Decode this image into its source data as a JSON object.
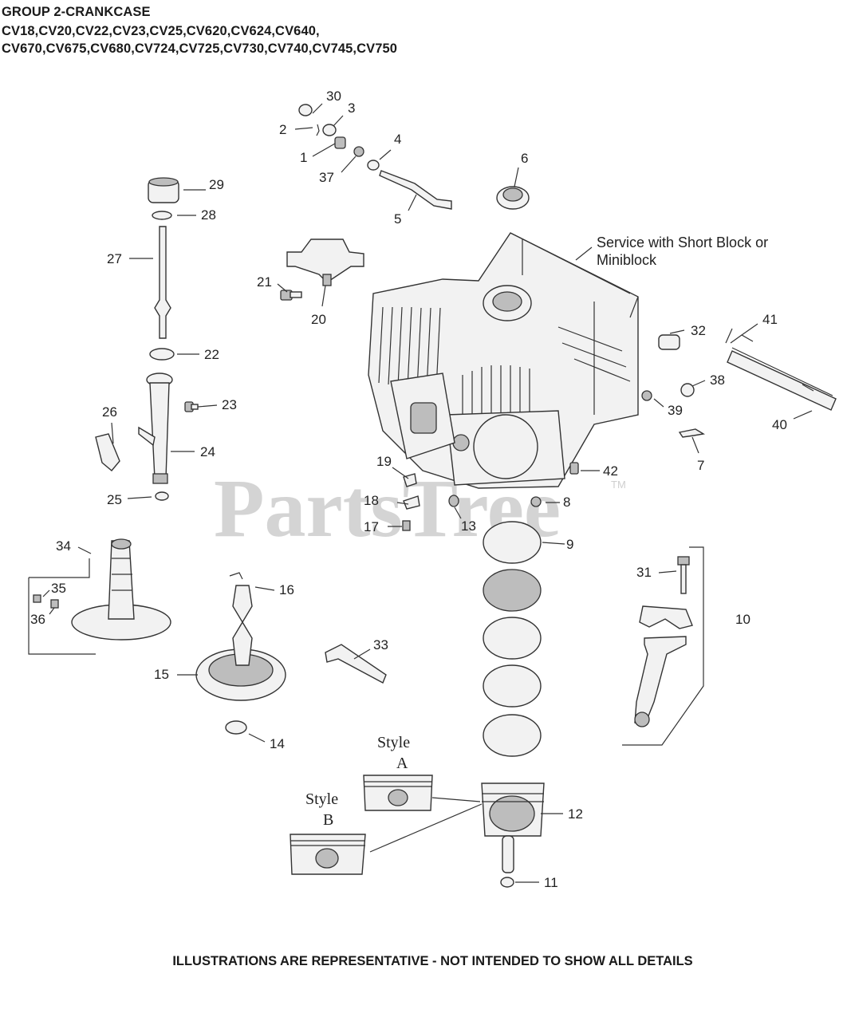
{
  "header": {
    "line1": "GROUP 2-CRANKCASE",
    "line2": "CV18,CV20,CV22,CV23,CV25,CV620,CV624,CV640,",
    "line3": "CV670,CV675,CV680,CV724,CV725,CV730,CV740,CV745,CV750"
  },
  "watermark": {
    "text": "PartsTree",
    "trademark": "TM"
  },
  "note": {
    "line1": "Service with Short Block or",
    "line2": "Miniblock"
  },
  "styles": {
    "a_word": "Style",
    "a_letter": "A",
    "b_word": "Style",
    "b_letter": "B"
  },
  "callouts": {
    "c1": "1",
    "c2": "2",
    "c3": "3",
    "c4": "4",
    "c5": "5",
    "c6": "6",
    "c7": "7",
    "c8": "8",
    "c9": "9",
    "c10": "10",
    "c11": "11",
    "c12": "12",
    "c13": "13",
    "c14": "14",
    "c15": "15",
    "c16": "16",
    "c17": "17",
    "c18": "18",
    "c19": "19",
    "c20": "20",
    "c21": "21",
    "c22": "22",
    "c23": "23",
    "c24": "24",
    "c25": "25",
    "c26": "26",
    "c27": "27",
    "c28": "28",
    "c29": "29",
    "c30": "30",
    "c31": "31",
    "c32": "32",
    "c33": "33",
    "c34": "34",
    "c35": "35",
    "c36": "36",
    "c37": "37",
    "c38": "38",
    "c39": "39",
    "c40": "40",
    "c41": "41",
    "c42": "42"
  },
  "footer": {
    "text": "ILLUSTRATIONS ARE REPRESENTATIVE - NOT INTENDED TO SHOW ALL DETAILS"
  }
}
